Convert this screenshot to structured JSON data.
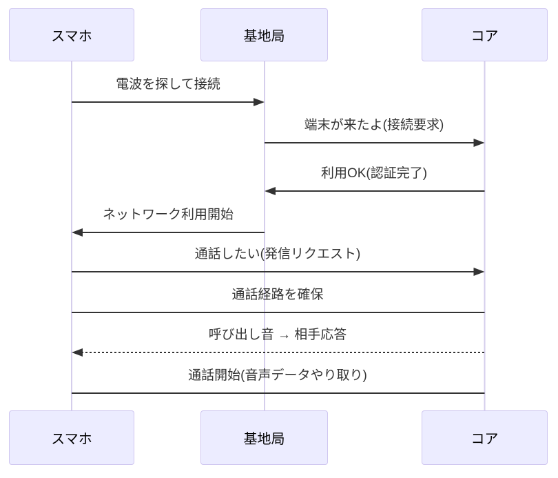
{
  "diagram": {
    "type": "sequence-diagram",
    "actors": [
      {
        "id": "smartphone",
        "label": "スマホ"
      },
      {
        "id": "base-station",
        "label": "基地局"
      },
      {
        "id": "core",
        "label": "コア"
      }
    ],
    "messages": [
      {
        "from": "スマホ",
        "to": "基地局",
        "label": "電波を探して接続",
        "line": "solid",
        "arrowhead": true
      },
      {
        "from": "基地局",
        "to": "コア",
        "label": "端末が来たよ(接続要求)",
        "line": "solid",
        "arrowhead": true
      },
      {
        "from": "コア",
        "to": "基地局",
        "label": "利用OK(認証完了)",
        "line": "solid",
        "arrowhead": true
      },
      {
        "from": "基地局",
        "to": "スマホ",
        "label": "ネットワーク利用開始",
        "line": "solid",
        "arrowhead": true
      },
      {
        "from": "スマホ",
        "to": "コア",
        "label": "通話したい(発信リクエスト)",
        "line": "solid",
        "arrowhead": true
      },
      {
        "from": "スマホ",
        "to": "コア",
        "label": "通話経路を確保",
        "line": "solid",
        "arrowhead": false
      },
      {
        "from": "コア",
        "to": "スマホ",
        "label": "呼び出し音 → 相手応答",
        "line": "dashed",
        "arrowhead": true
      },
      {
        "from": "スマホ",
        "to": "コア",
        "label": "通話開始(音声データやり取り)",
        "line": "solid",
        "arrowhead": false
      }
    ],
    "colors": {
      "background": "#FFFFFF",
      "actor_fill": "#ECECFF",
      "actor_border": "#CFC6F0",
      "lifeline": "#D5CEEC",
      "signal": "#333333",
      "message_text": "#333333",
      "actor_text": "#000000"
    }
  }
}
